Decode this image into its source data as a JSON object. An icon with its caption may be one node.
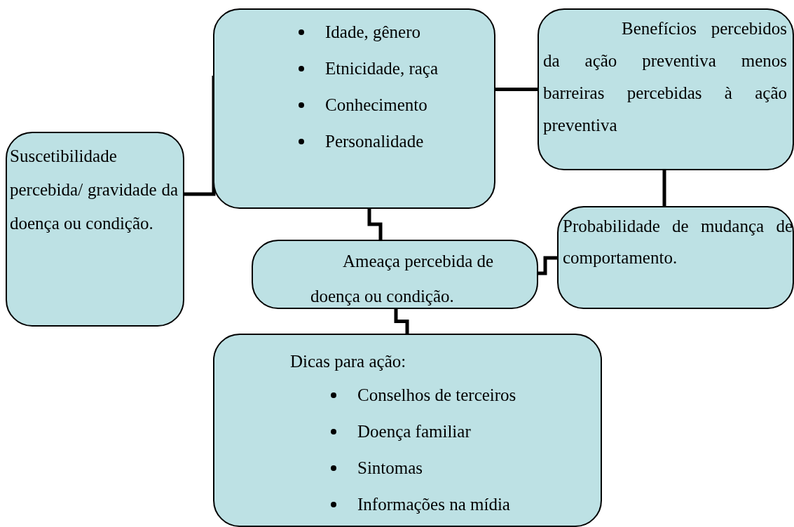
{
  "diagram": {
    "nodes": [
      {
        "text": [
          "Suscetibilidade percebida/ gravidade da doença ou condição."
        ]
      },
      {
        "text": [
          "Idade, gênero",
          "Etnicidade, raça",
          "Conhecimento",
          "Personalidade"
        ]
      },
      {
        "text": [
          "Benefícios percebidos da ação preventiva menos barreiras percebidas à ação preventiva"
        ]
      },
      {
        "text": [
          "Probabilidade de mudança de comportamento."
        ]
      },
      {
        "text": [
          "Ameaça percebida de doença ou condição."
        ]
      },
      {
        "text": [
          "Dicas para ação:",
          "Conselhos de terceiros",
          "Doença familiar",
          "Sintomas",
          "Informações na mídia"
        ]
      }
    ],
    "edges": [
      {
        "from": 0,
        "to": 1,
        "arrow": "none"
      },
      {
        "from": 1,
        "to": 2,
        "arrow": "none"
      },
      {
        "from": 2,
        "to": 3,
        "arrow": "none"
      },
      {
        "from": 1,
        "to": 4,
        "arrow": "none"
      },
      {
        "from": 4,
        "to": 3,
        "arrow": "none"
      },
      {
        "from": 4,
        "to": 5,
        "arrow": "none"
      }
    ]
  }
}
